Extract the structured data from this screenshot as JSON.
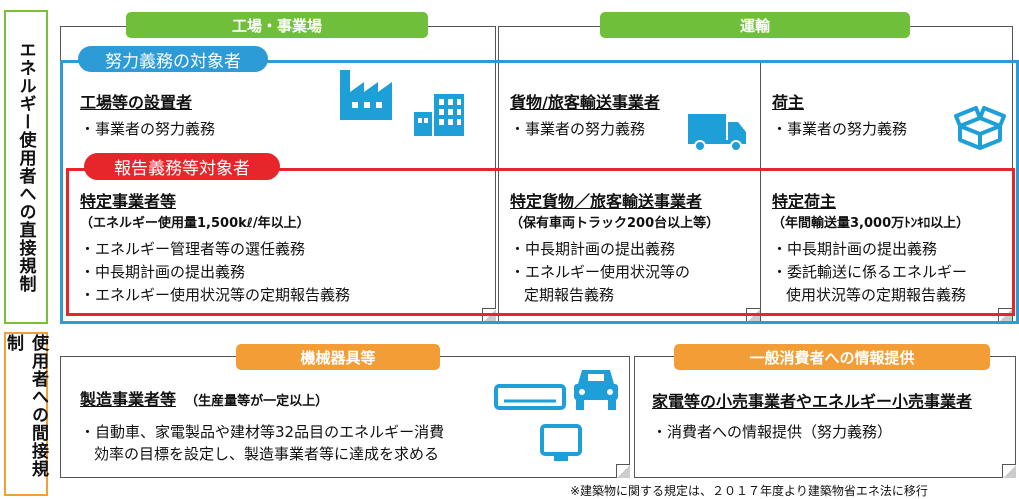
{
  "side_direct": "エネルギー使用者への直接規制",
  "side_indirect": "使用者への間接規制",
  "headers": {
    "factory": "工場・事業場",
    "transport": "運輸",
    "appliances": "機械器具等",
    "consumers": "一般消費者への情報提供"
  },
  "tiers": {
    "effort": "努力義務の対象者",
    "report": "報告義務等対象者"
  },
  "effort_cells": {
    "factory": {
      "title": "工場等の設置者",
      "item": "・事業者の努力義務"
    },
    "carrier": {
      "title": "貨物/旅客輸送事業者",
      "item": "・事業者の努力義務"
    },
    "shipper": {
      "title": "荷主",
      "item": "・事業者の努力義務"
    }
  },
  "report_cells": {
    "factory": {
      "title": "特定事業者等",
      "sub": "（エネルギー使用量1,500kℓ/年以上）",
      "items": [
        "・エネルギー管理者等の選任義務",
        "・中長期計画の提出義務",
        "・エネルギー使用状況等の定期報告義務"
      ]
    },
    "carrier": {
      "title": "特定貨物／旅客輸送事業者",
      "sub": "（保有車両トラック200台以上等）",
      "items": [
        "・中長期計画の提出義務",
        "・エネルギー使用状況等の",
        "定期報告義務"
      ]
    },
    "shipper": {
      "title": "特定荷主",
      "sub": "（年間輸送量3,000万ﾄﾝｷﾛ以上）",
      "items": [
        "・中長期計画の提出義務",
        "・委託輸送に係るエネルギー",
        "使用状況等の定期報告義務"
      ]
    }
  },
  "appliance_cell": {
    "title": "製造事業者等",
    "title_note": "（生産量等が一定以上）",
    "lines": [
      "・自動車、家電製品や建材等32品目のエネルギー消費",
      "効率の目標を設定し、製造事業者等に達成を求める"
    ]
  },
  "consumer_cell": {
    "title": "家電等の小売事業者やエネルギー小売事業者",
    "line": "・消費者への情報提供（努力義務）"
  },
  "footnote": "※建築物に関する規定は、２０１７年度より建築物省エネ法に移行",
  "icons": [
    "factory-icon",
    "building-icon",
    "truck-icon",
    "box-icon",
    "air-conditioner-icon",
    "car-icon",
    "tv-icon"
  ],
  "colors": {
    "green_border": "#7cbf3f",
    "orange_border": "#f0a035",
    "green_pill": "#6fbf3a",
    "orange_pill": "#f29d35",
    "blue": "#2d9bd5",
    "red": "#e6262b",
    "icon_blue": "#1e9fd8"
  }
}
